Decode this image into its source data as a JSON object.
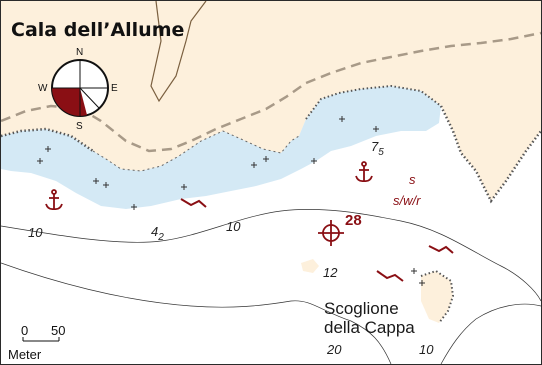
{
  "title": "Cala dell’Allume",
  "compass": {
    "north": "N",
    "south": "S",
    "east": "E",
    "west": "W"
  },
  "depths": [
    {
      "main": "10"
    },
    {
      "main": "4",
      "sub": "2"
    },
    {
      "main": "10"
    },
    {
      "main": "7",
      "sub": "5"
    },
    {
      "main": "12"
    },
    {
      "main": "20"
    },
    {
      "main": "10"
    }
  ],
  "seabed_labels": [
    "s",
    "s/w/r"
  ],
  "dive_spot": {
    "number": "28"
  },
  "place_name": {
    "line1": "Scoglione",
    "line2": "della Cappa"
  },
  "scale": {
    "start": "0",
    "end": "50",
    "unit": "Meter"
  },
  "colors": {
    "land": "#fdf0dc",
    "shallow_water": "#d4e9f5",
    "deep_water": "#ffffff",
    "accent_red": "#8a0f14",
    "cliff": "#555555",
    "track": "#a89a88"
  }
}
